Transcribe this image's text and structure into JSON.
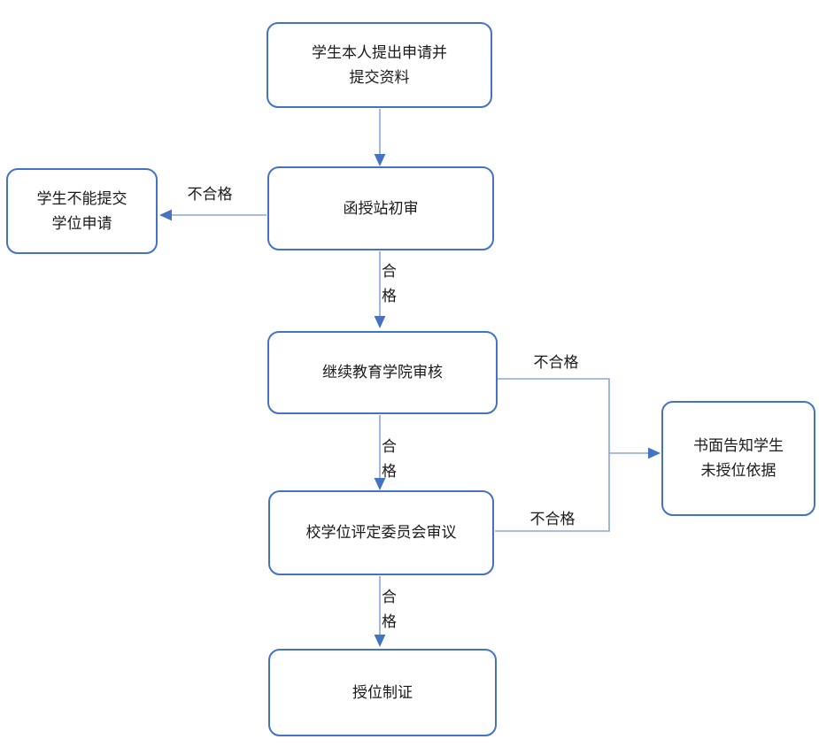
{
  "diagram": {
    "type": "flowchart",
    "colors": {
      "box_border": "#4472C4",
      "line": "#8BA5DB",
      "arrowhead": "#4472C4",
      "text": "#1A1A1A",
      "background": "#FFFFFF"
    },
    "nodes": {
      "apply": {
        "label": "学生本人提出申请并\n提交资料"
      },
      "station_review": {
        "label": "函授站初审"
      },
      "cannot_submit": {
        "label": "学生不能提交\n学位申请"
      },
      "college_review": {
        "label": "继续教育学院审核"
      },
      "committee_review": {
        "label": "校学位评定委员会审议"
      },
      "notify_reason": {
        "label": "书面告知学生\n未授位依据"
      },
      "certify": {
        "label": "授位制证"
      }
    },
    "edges": [
      {
        "from": "apply",
        "to": "station_review",
        "label": "",
        "display": ""
      },
      {
        "from": "station_review",
        "to": "cannot_submit",
        "label": "不合格",
        "display": "不合格"
      },
      {
        "from": "station_review",
        "to": "college_review",
        "label": "合格",
        "display": "合\n格"
      },
      {
        "from": "college_review",
        "to": "notify_reason",
        "label": "不合格",
        "display": "不合格"
      },
      {
        "from": "college_review",
        "to": "committee_review",
        "label": "合格",
        "display": "合\n格"
      },
      {
        "from": "committee_review",
        "to": "notify_reason",
        "label": "不合格",
        "display": "不合格"
      },
      {
        "from": "committee_review",
        "to": "certify",
        "label": "合格",
        "display": "合\n格"
      }
    ]
  }
}
